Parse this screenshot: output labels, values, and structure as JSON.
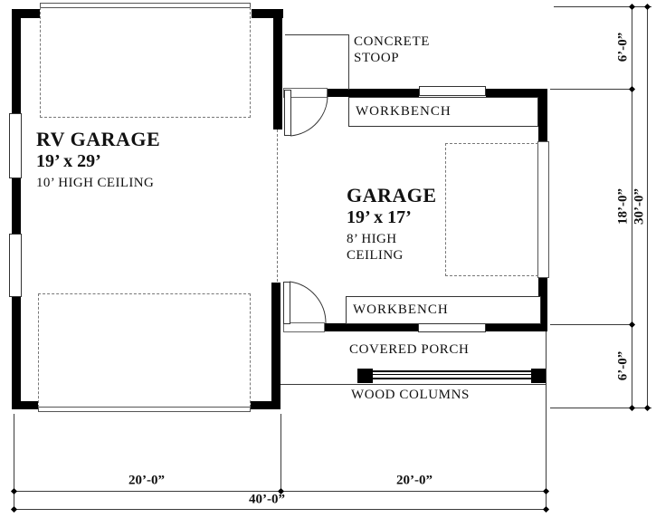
{
  "plan": {
    "rooms": {
      "rv_garage": {
        "title": "RV GARAGE",
        "size": "19’ x 29’",
        "ceiling": "10’ HIGH CEILING"
      },
      "garage": {
        "title": "GARAGE",
        "size": "19’ x 17’",
        "ceiling_line1": "8’ HIGH",
        "ceiling_line2": "CEILING"
      }
    },
    "features": {
      "concrete_stoop_line1": "CONCRETE",
      "concrete_stoop_line2": "STOOP",
      "workbench_top": "WORKBENCH",
      "workbench_bottom": "WORKBENCH",
      "covered_porch": "COVERED PORCH",
      "wood_columns": "WOOD COLUMNS"
    },
    "dimensions": {
      "right_top": "6’-0”",
      "right_middle": "18’-0”",
      "right_bottom": "6’-0”",
      "right_overall": "30’-0”",
      "bottom_left": "20’-0”",
      "bottom_right": "20’-0”",
      "bottom_overall": "40’-0”"
    },
    "colors": {
      "wall": "#000000",
      "line": "#3a3a3a",
      "background": "#ffffff"
    }
  }
}
